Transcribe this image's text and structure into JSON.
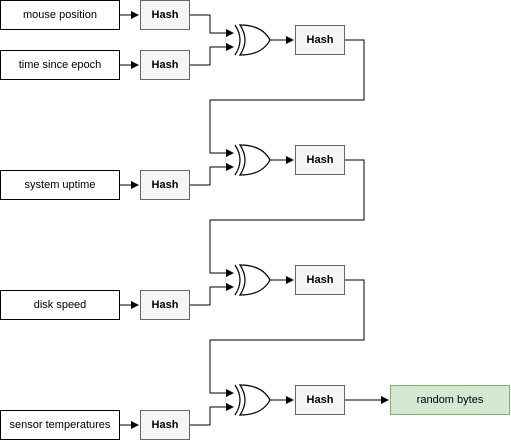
{
  "sources": [
    {
      "label": "mouse position"
    },
    {
      "label": "time since epoch"
    },
    {
      "label": "system uptime"
    },
    {
      "label": "disk speed"
    },
    {
      "label": "sensor temperatures"
    }
  ],
  "hash_label": "Hash",
  "output": {
    "label": "random bytes"
  },
  "colors": {
    "line": "#000000",
    "hash_fill": "#f5f5f5",
    "hash_stroke": "#666666",
    "output_fill": "#d5e8d4",
    "output_stroke": "#82b366"
  }
}
